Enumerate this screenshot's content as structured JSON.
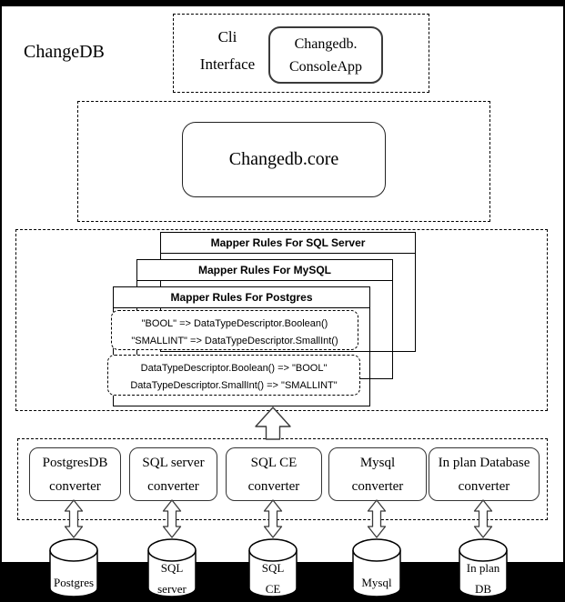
{
  "title": "ChangeDB",
  "cli": {
    "label_line1": "Cli",
    "label_line2": "Interface",
    "app_line1": "Changedb.",
    "app_line2": "ConsoleApp"
  },
  "core": {
    "label": "Changedb.core"
  },
  "mappers": [
    {
      "title": "Mapper Rules For SQL Server"
    },
    {
      "title": "Mapper Rules For MySQL"
    },
    {
      "title": "Mapper Rules For Postgres"
    }
  ],
  "rules": {
    "forward": [
      "\"BOOL\" => DataTypeDescriptor.Boolean()",
      "\"SMALLINT\" => DataTypeDescriptor.SmallInt()"
    ],
    "reverse": [
      "DataTypeDescriptor.Boolean() => \"BOOL\"",
      "DataTypeDescriptor.SmallInt() => \"SMALLINT\""
    ]
  },
  "converters": [
    {
      "line1": "PostgresDB",
      "line2": "converter"
    },
    {
      "line1": "SQL server",
      "line2": "converter"
    },
    {
      "line1": "SQL CE",
      "line2": "converter"
    },
    {
      "line1": "Mysql",
      "line2": "converter"
    },
    {
      "line1": "In plan Database",
      "line2": "converter"
    }
  ],
  "databases": [
    {
      "line1": "Postgres",
      "line2": ""
    },
    {
      "line1": "SQL",
      "line2": "server"
    },
    {
      "line1": "SQL",
      "line2": "CE"
    },
    {
      "line1": "Mysql",
      "line2": ""
    },
    {
      "line1": "In plan",
      "line2": "DB"
    }
  ],
  "colors": {
    "line": "#000000",
    "background": "#ffffff",
    "band": "#000000"
  }
}
